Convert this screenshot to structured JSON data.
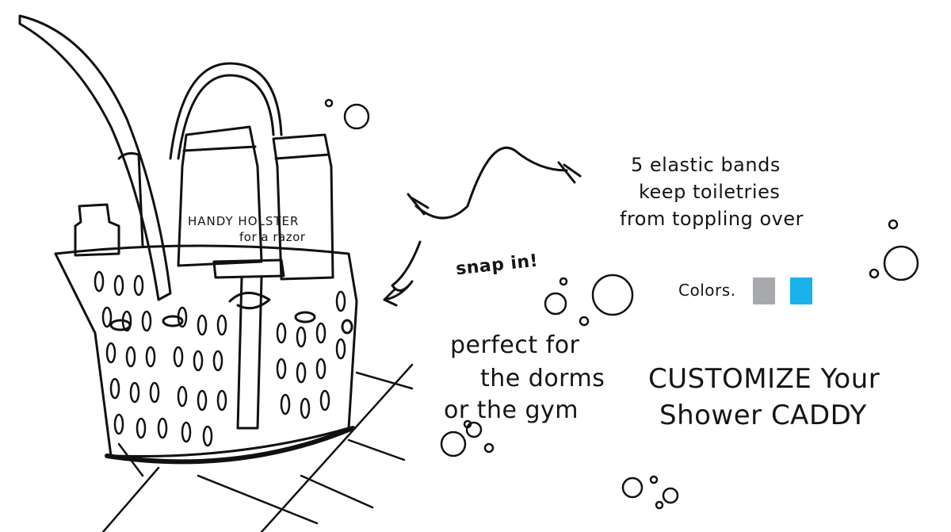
{
  "labels": {
    "holster_line1": "HANDY HOLSTER",
    "holster_line2": "for a razor",
    "bands_line1": "5 elastic bands",
    "bands_line2": "keep toiletries",
    "bands_line3": "from toppling over",
    "snap": "snap in!",
    "colors": "Colors.",
    "perfect_line1": "perfect for",
    "perfect_line2": "the dorms",
    "perfect_line3": "or the gym",
    "custom_line1": "CUSTOMIZE Your",
    "custom_line2": "Shower CADDY"
  },
  "color_options": [
    "#a7a9ac",
    "#1ab2ea"
  ]
}
